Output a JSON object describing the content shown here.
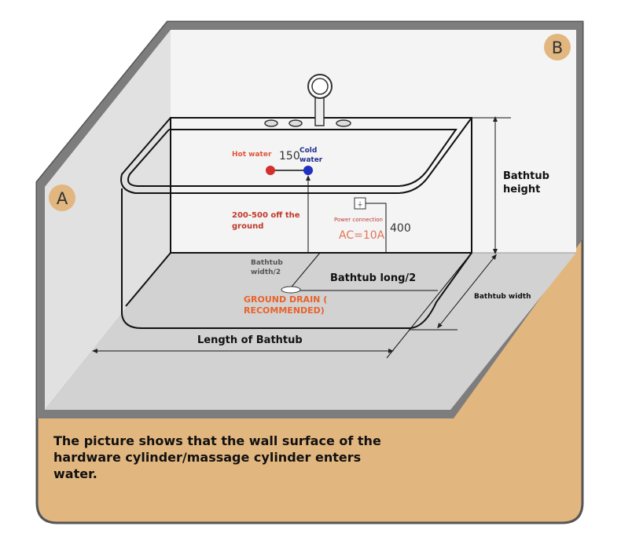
{
  "markers": {
    "a": "A",
    "b": "B"
  },
  "labels": {
    "hot_water": "Hot water",
    "spacing": "150",
    "cold_water_1": "Cold",
    "cold_water_2": "water",
    "height_off_ground_1": "200-500 off the",
    "height_off_ground_2": "ground",
    "power_connection": "Power connection",
    "power_rating": "AC=10A",
    "power_height": "400",
    "bathtub_height_1": "Bathtub",
    "bathtub_height_2": "height",
    "width_half_1": "Bathtub",
    "width_half_2": "width/2",
    "long_half": "Bathtub long/2",
    "ground_drain_1": "GROUND DRAIN (",
    "ground_drain_2": "RECOMMENDED)",
    "bathtub_width": "Bathtub width",
    "length": "Length of Bathtub"
  },
  "caption": "The picture shows that the wall surface of the hardware cylinder/massage cylinder enters water.",
  "colors": {
    "base": "#e2b67f",
    "hot": "#d32f2f",
    "cold": "#1f2fbf",
    "red_text": "#c0392b",
    "orange_text": "#e8622a"
  }
}
